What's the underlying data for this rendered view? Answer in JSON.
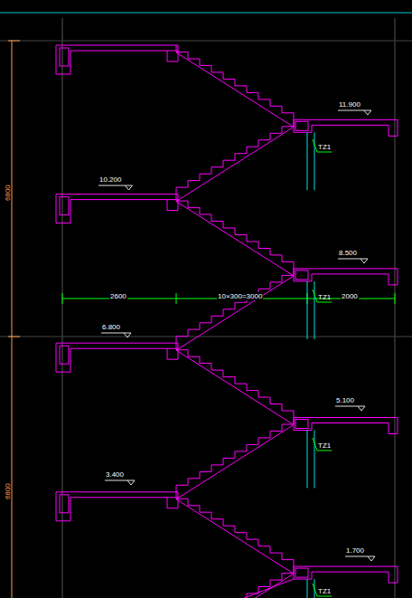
{
  "diagram": {
    "labels": [
      "6800",
      "11.900",
      "TZ1",
      "10.200",
      "8.500",
      "2600",
      "10×300=3000",
      "2000",
      "TZ1",
      "6.800",
      "5.100",
      "TZ1",
      "6800",
      "3.400",
      "1.700",
      "TZ1"
    ]
  }
}
